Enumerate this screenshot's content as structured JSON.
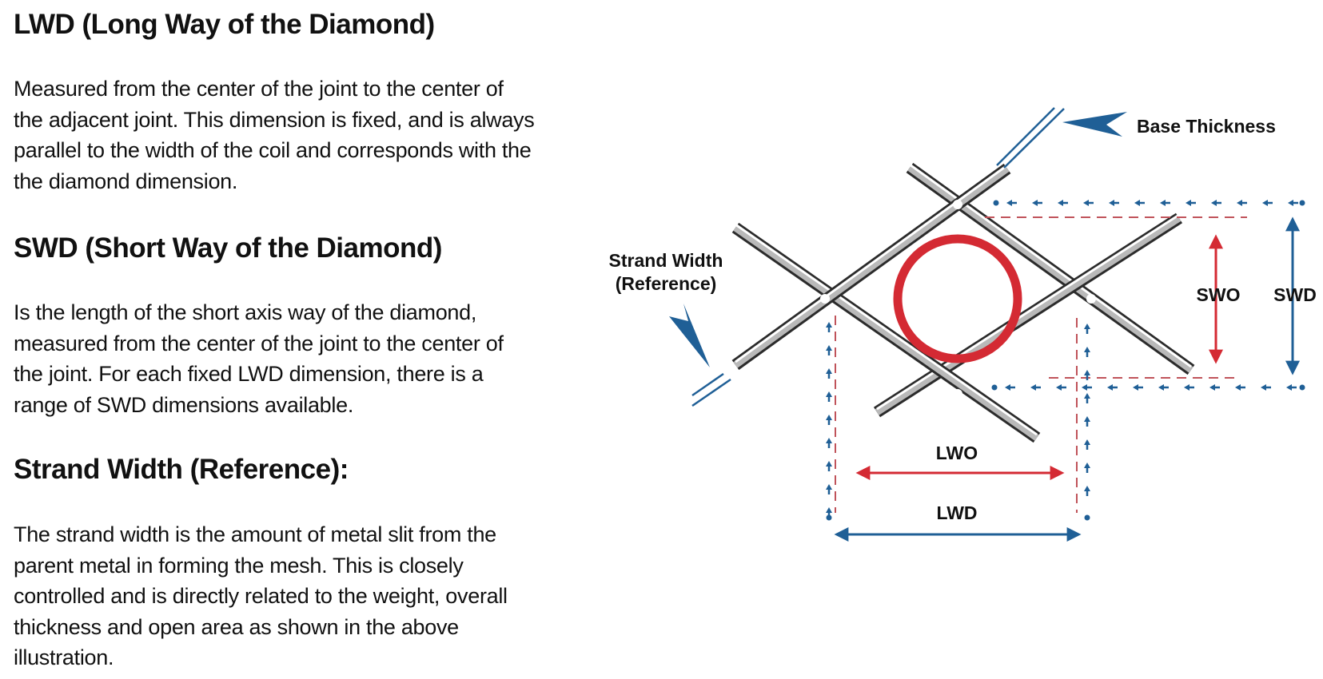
{
  "sections": [
    {
      "heading": "LWD (Long Way of the Diamond)",
      "body": "Measured from the center of the joint to the center of\nthe adjacent joint. This dimension is fixed, and is always\nparallel to the width of the coil and corresponds with the\nthe diamond dimension."
    },
    {
      "heading": "SWD (Short Way of the Diamond)",
      "body": "Is the length of the short axis way of the diamond,\nmeasured from the center of the joint to the center of\nthe joint. For each fixed LWD dimension, there is a\nrange of SWD dimensions available."
    },
    {
      "heading": "Strand Width (Reference):",
      "body": "The strand width is the amount of metal slit from the\nparent metal in forming the mesh. This is closely\ncontrolled and is directly related to the weight, overall\nthickness and open area as shown in the above\nillustration."
    }
  ],
  "diagram": {
    "labels": {
      "base_thickness": "Base Thickness",
      "strand_width_line1": "Strand Width",
      "strand_width_line2": "(Reference)",
      "swo": "SWO",
      "swd": "SWD",
      "lwo": "LWO",
      "lwd": "LWD"
    },
    "colors": {
      "blue": "#1f5f96",
      "red": "#d42a33",
      "dashed_red": "#c0535a",
      "strand_fill": "#b9b9b9",
      "strand_edge": "#2b2b2b"
    }
  }
}
